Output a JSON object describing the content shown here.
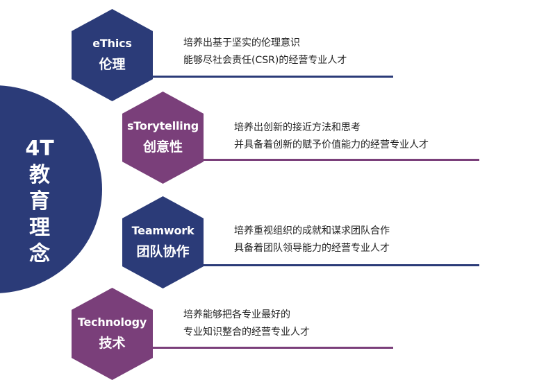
{
  "center": {
    "lines": [
      "4T",
      "教",
      "育",
      "理",
      "念"
    ],
    "color": "#2b3b78"
  },
  "colors": {
    "navy": "#2b3b78",
    "purple": "#7a3f7a"
  },
  "items": [
    {
      "en": "eThics",
      "zh": "伦理",
      "color": "navy",
      "desc": [
        "培养出基于坚实的伦理意识",
        "能够尽社会责任(CSR)的经营专业人才"
      ]
    },
    {
      "en": "sTorytelling",
      "zh": "创意性",
      "color": "purple",
      "desc": [
        "培养出创新的接近方法和思考",
        "并具备着创新的赋予价值能力的经营专业人才"
      ]
    },
    {
      "en": "Teamwork",
      "zh": "团队协作",
      "color": "navy",
      "desc": [
        "培养重视组织的成就和谋求团队合作",
        "具备着团队领导能力的经营专业人才"
      ]
    },
    {
      "en": "Technology",
      "zh": "技术",
      "color": "purple",
      "desc": [
        "培养能够把各专业最好的",
        "专业知识整合的经营专业人才"
      ]
    }
  ]
}
